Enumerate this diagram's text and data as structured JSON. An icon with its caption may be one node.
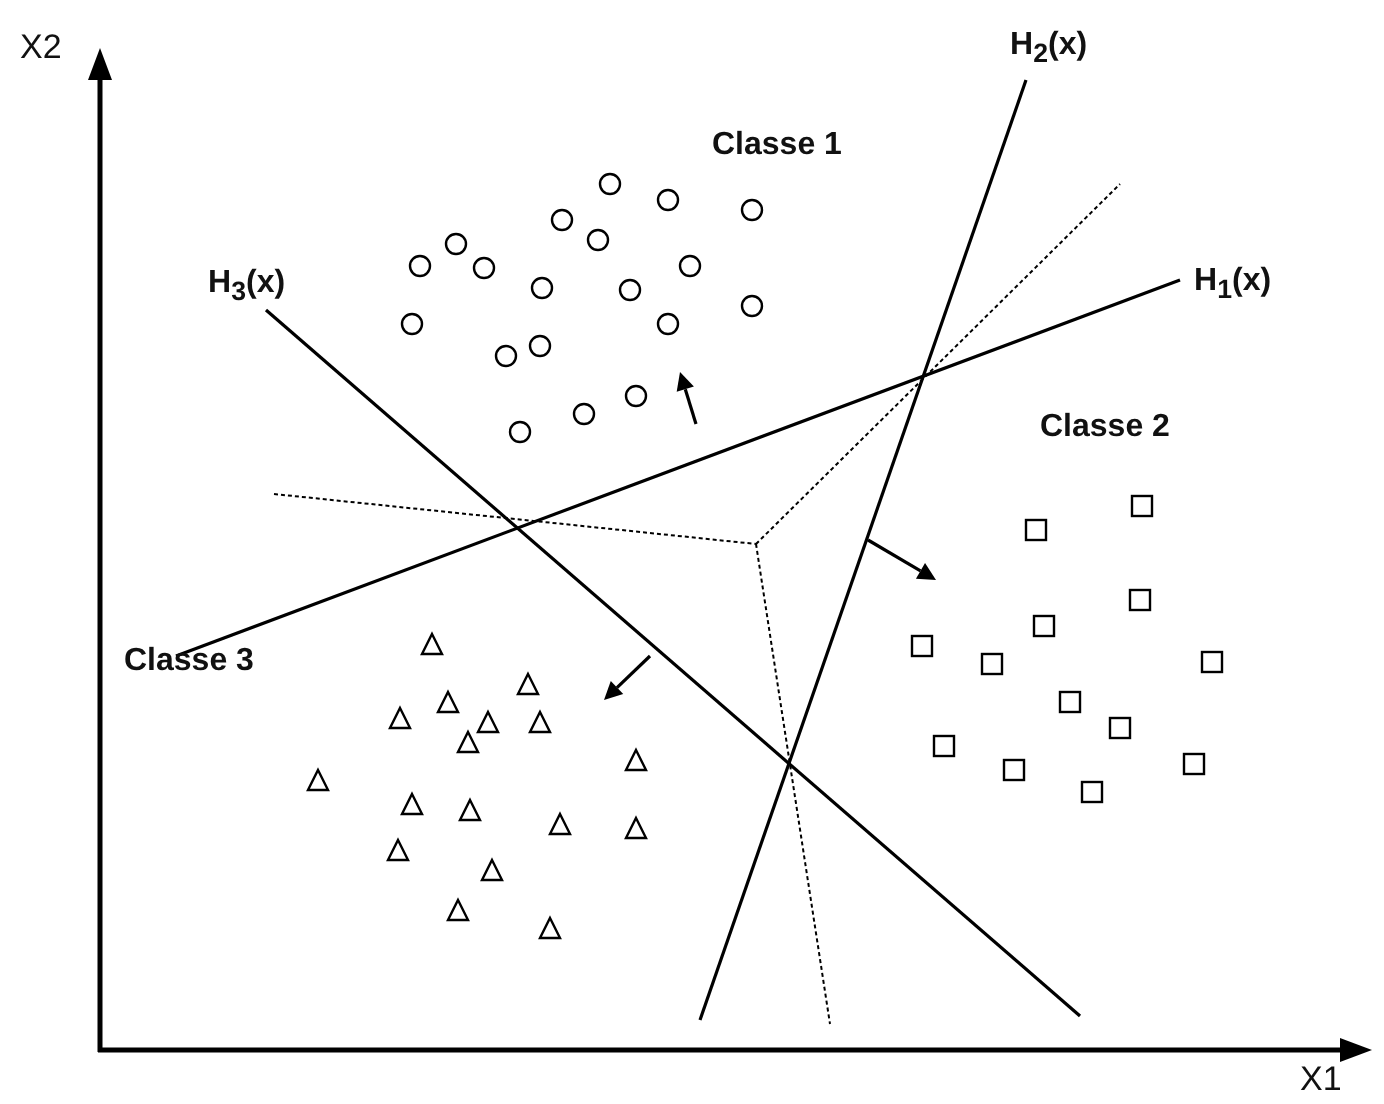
{
  "diagram": {
    "labels": [
      "X2",
      "H$_{2}$(x)",
      "Classe 1",
      "H$_{3}$(x)",
      "H$_{1}$(x)",
      "Classe 2",
      "Classe 3",
      "X1"
    ]
  }
}
